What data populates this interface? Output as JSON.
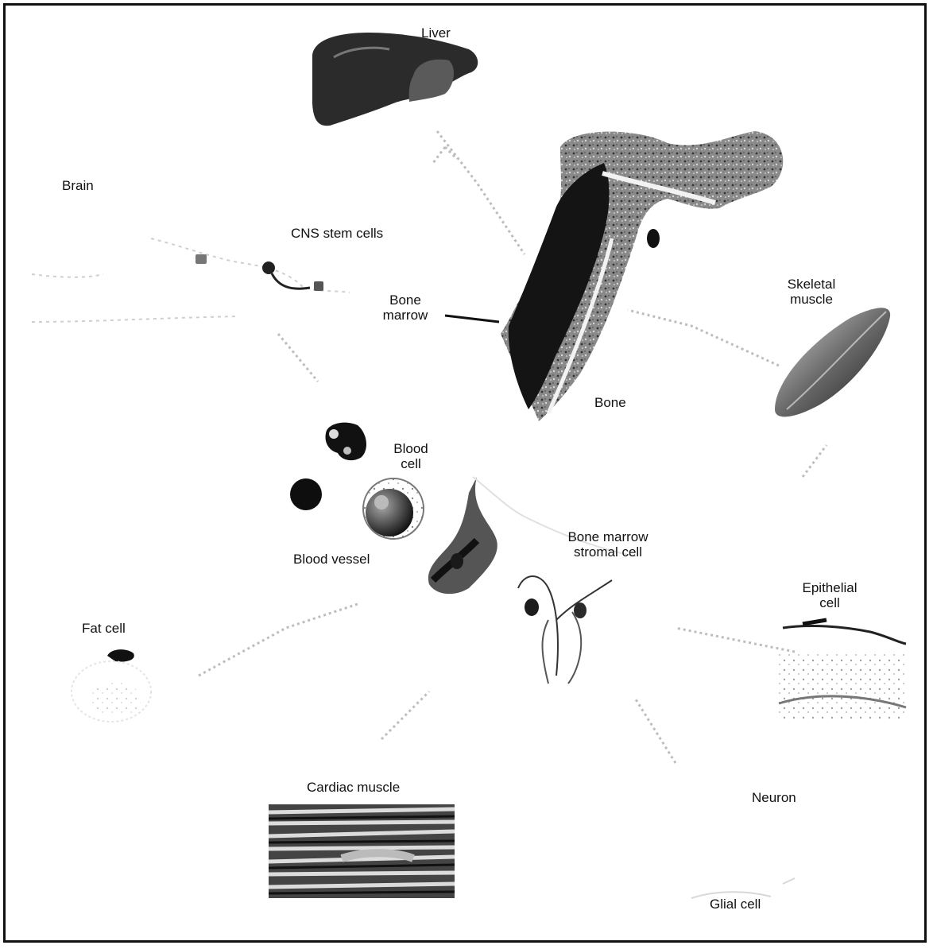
{
  "labels": {
    "liver": "Liver",
    "brain": "Brain",
    "cns_stem_cells": "CNS stem cells",
    "bone_marrow_line1": "Bone",
    "bone_marrow_line2": "marrow",
    "skeletal_muscle_line1": "Skeletal",
    "skeletal_muscle_line2": "muscle",
    "bone": "Bone",
    "blood_cell_line1": "Blood",
    "blood_cell_line2": "cell",
    "blood_vessel": "Blood vessel",
    "stromal_line1": "Bone marrow",
    "stromal_line2": "stromal cell",
    "epithelial_line1": "Epithelial",
    "epithelial_line2": "cell",
    "fat_cell": "Fat cell",
    "cardiac_muscle": "Cardiac muscle",
    "neuron": "Neuron",
    "glial_cell": "Glial cell"
  },
  "colors": {
    "ink": "#111111",
    "liver_fill": "#2b2b2b",
    "bone_fill": "#8f8f8f",
    "marrow_fill": "#141414",
    "arrow": "#bdbdbd"
  }
}
